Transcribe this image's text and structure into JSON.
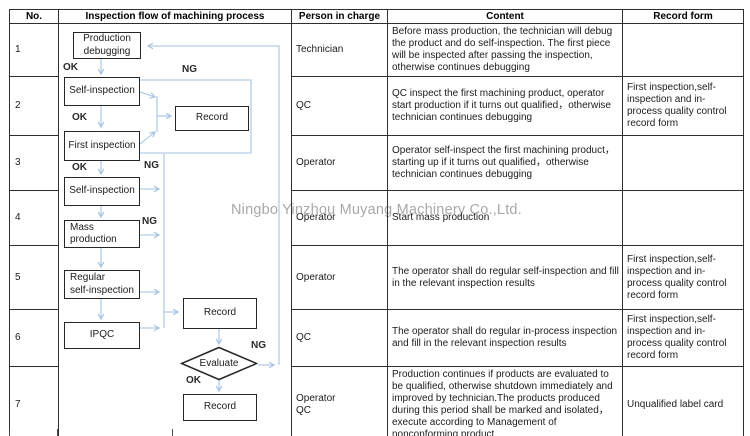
{
  "header": {
    "no": "No.",
    "flow": "Inspection flow of machining process",
    "person": "Person in charge",
    "content": "Content",
    "record": "Record form"
  },
  "rows": [
    {
      "no": "1",
      "person": "Technician",
      "content": "Before mass production, the technician will debug the product and do self-inspection. The first piece will be inspected after passing the inspection, otherwise continues debugging",
      "record": ""
    },
    {
      "no": "2",
      "person": "QC",
      "content": "QC inspect the first machining product, operator start production if it turns out qualified，otherwise technician continues debugging",
      "record": "First inspection,self-inspection and in-process quality control record form"
    },
    {
      "no": "3",
      "person": "Operator",
      "content": "Operator self-inspect the first machining product，starting up if it turns out qualified，otherwise technician continues debugging",
      "record": ""
    },
    {
      "no": "4",
      "person": "Operator",
      "content": "Start mass production",
      "record": ""
    },
    {
      "no": "5",
      "person": "Operator",
      "content": "The operator shall do regular self-inspection and fill in the relevant inspection results",
      "record": "First inspection,self-inspection and in-process quality control record form"
    },
    {
      "no": "6",
      "person": "QC",
      "content": "The operator shall do regular in-process inspection and fill in the relevant inspection results",
      "record": "First inspection,self-inspection and in-process quality control record form"
    },
    {
      "no": "7",
      "person": "Operator\nQC",
      "content": "Production continues if products are evaluated to be qualified, otherwise shutdown immediately and improved by technician.The products produced during this period shall be marked and isolated，execute according to Management of nonconforming product",
      "record": "Unqualified label card"
    }
  ],
  "flow": {
    "production_debugging": "Production\ndebugging",
    "self_inspection_1": "Self-inspection",
    "record_1": "Record",
    "first_inspection": "First inspection",
    "self_inspection_2": "Self-inspection",
    "mass_production": "Mass production",
    "regular_self_inspection": "Regular\nself-inspection",
    "ipqc": "IPQC",
    "record_2": "Record",
    "evaluate": "Evaluate",
    "record_3": "Record",
    "ok": "OK",
    "ng": "NG"
  },
  "watermark": "Ningbo Yinzhou Muyang Machinery Co.,Ltd.",
  "colors": {
    "connector": "#a6c3e2",
    "box_border": "#262626",
    "table_border": "#2f2f2f",
    "watermark": "#9a9a9a",
    "text": "#1c1c1c"
  }
}
